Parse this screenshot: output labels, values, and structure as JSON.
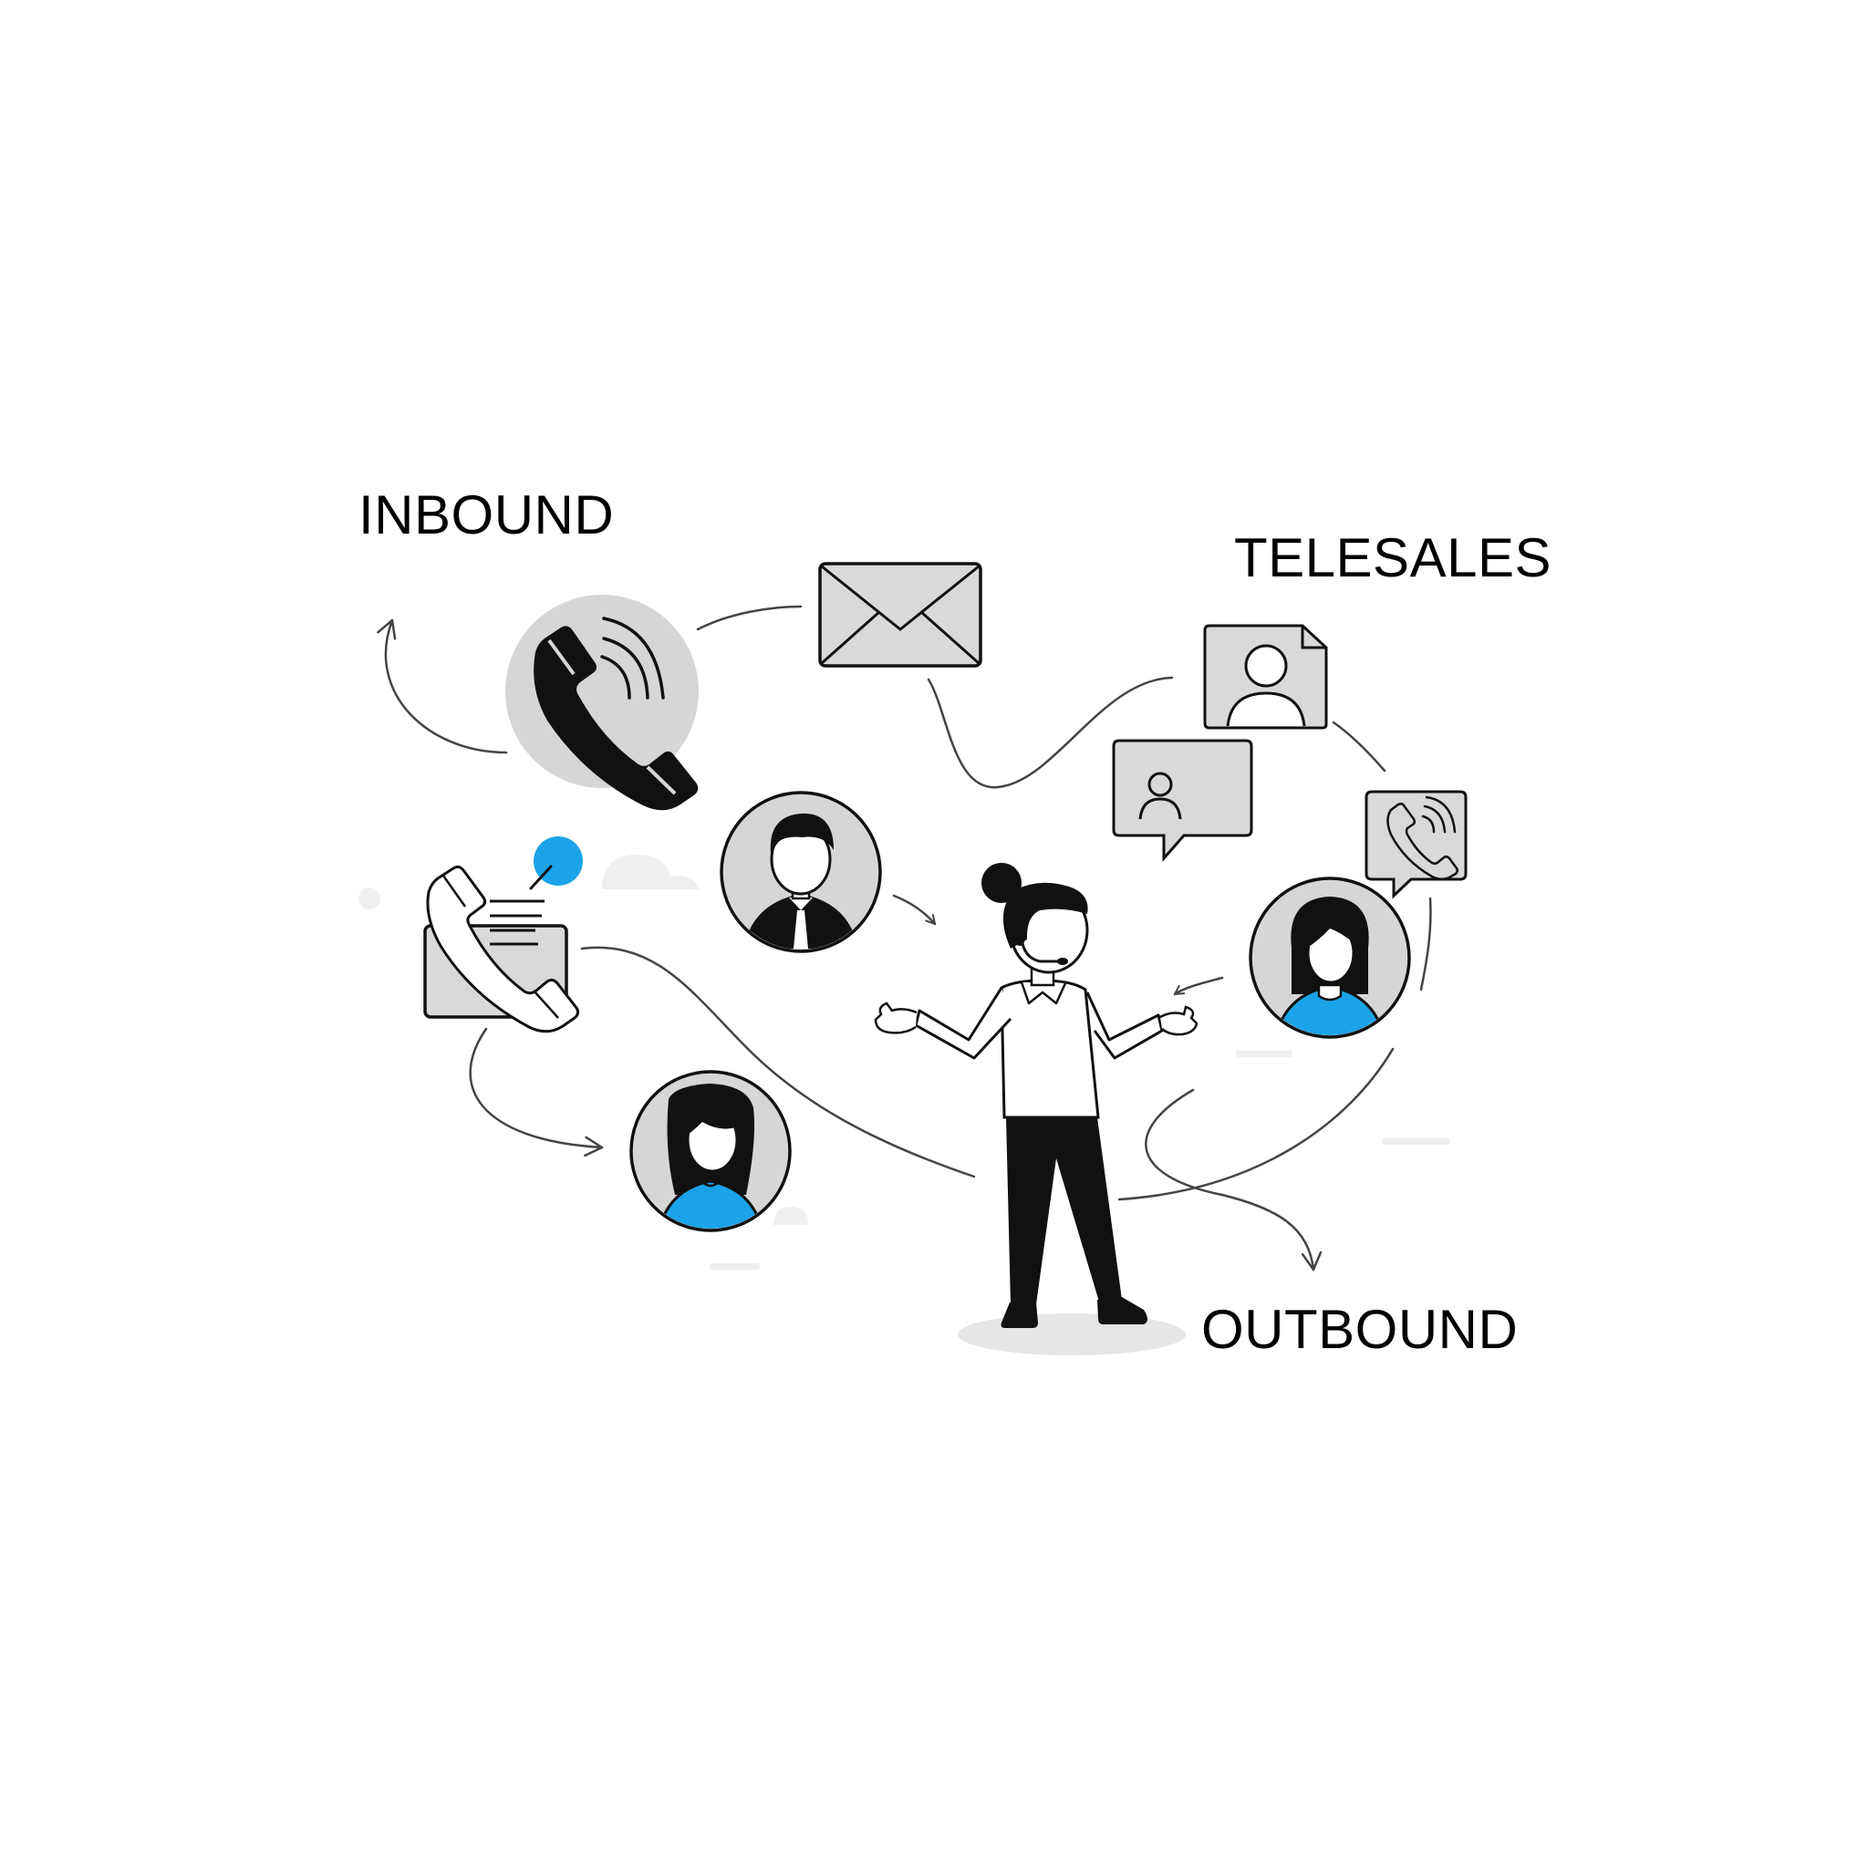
{
  "labels": {
    "inbound": "INBOUND",
    "telesales": "TELESALES",
    "outbound": "OUTBOUND"
  },
  "colors": {
    "ink": "#111111",
    "fill_gray": "#d9d9d9",
    "disc_gray": "#d6d6d6",
    "accent_blue": "#1aa3e8",
    "shadow": "#e6e6e6",
    "connector": "#444444"
  },
  "icons": [
    "phone-ringing-icon",
    "envelope-icon",
    "contact-card-icon",
    "chat-contact-icon",
    "phone-chat-icon",
    "phone-message-icon",
    "notification-dot-icon",
    "man-avatar-icon",
    "woman-avatar-icon",
    "woman-avatar-right-icon",
    "agent-with-headset-icon"
  ]
}
